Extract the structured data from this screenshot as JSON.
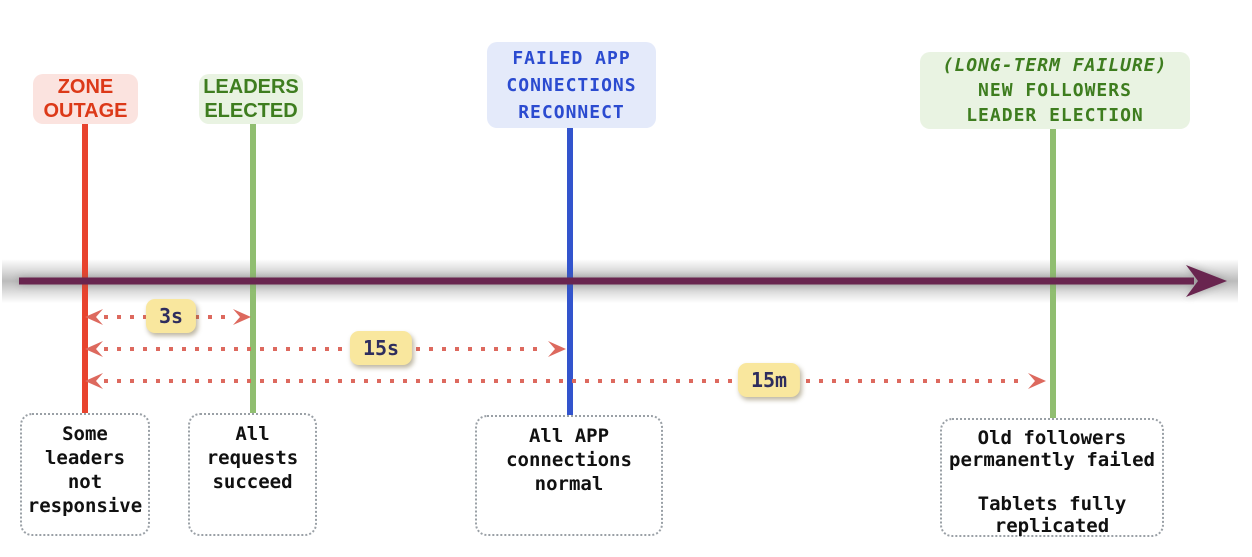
{
  "diagram": {
    "type": "timeline",
    "subject": "zone outage recovery sequence"
  },
  "events": [
    {
      "id": "zone-outage",
      "label_lines": [
        "ZONE",
        "OUTAGE"
      ],
      "note_lines": [
        "Some",
        "leaders",
        "not",
        "responsive"
      ],
      "text_color": "#dc3918",
      "label_bg": "#fbe3df",
      "line_color": "#e8432e"
    },
    {
      "id": "leaders-elected",
      "label_lines": [
        "LEADERS",
        "ELECTED"
      ],
      "note_lines": [
        "All",
        "requests",
        "succeed"
      ],
      "text_color": "#3e7d1f",
      "label_bg": "#e9f3e2",
      "line_color": "#90be70"
    },
    {
      "id": "failed-app-connections-reconnect",
      "label_lines": [
        "FAILED APP",
        "CONNECTIONS",
        "RECONNECT"
      ],
      "note_lines": [
        "All APP",
        "connections",
        "normal"
      ],
      "text_color": "#2b4bd0",
      "label_bg": "#e4eafa",
      "line_color": "#3354cd"
    },
    {
      "id": "long-term-failure-new-followers-leader-election",
      "label_lines": [
        "(LONG-TERM FAILURE)",
        "NEW FOLLOWERS",
        "LEADER ELECTION"
      ],
      "note_lines": [
        "Old followers",
        "permanently failed",
        "",
        "Tablets fully",
        "replicated"
      ],
      "text_color": "#3e7d1f",
      "label_bg": "#e9f3e2",
      "line_color": "#90be70"
    }
  ],
  "durations": [
    {
      "label": "3s",
      "from": "zone-outage",
      "to": "leaders-elected"
    },
    {
      "label": "15s",
      "from": "zone-outage",
      "to": "failed-app-connections-reconnect"
    },
    {
      "label": "15m",
      "from": "zone-outage",
      "to": "long-term-failure-new-followers-leader-election"
    }
  ],
  "colors": {
    "timeline_axis": "#69254f",
    "duration_arrow": "#dd695e",
    "badge_bg": "#f9e79e",
    "badge_text": "#2e2d5e",
    "note_border": "#9aa0a6",
    "note_text": "#111111"
  }
}
